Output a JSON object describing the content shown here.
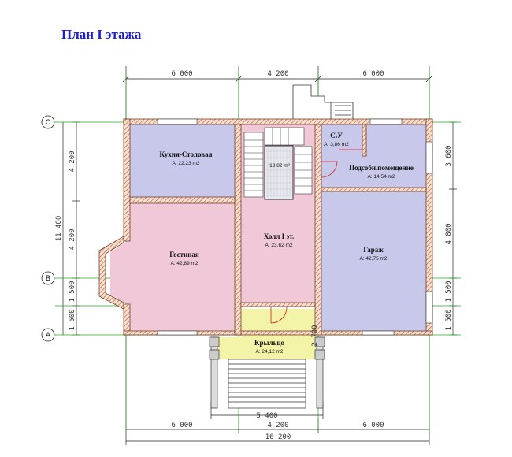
{
  "title": "План I этажа",
  "axes": {
    "c": "C",
    "b": "B",
    "a": "A"
  },
  "dims_top": [
    "6 000",
    "4 200",
    "6 000"
  ],
  "dims_bottom": {
    "porch": "5 400",
    "row": [
      "6 000",
      "4 200",
      "6 000"
    ],
    "total": "16 200"
  },
  "dims_left": [
    "4 200",
    "4 200",
    "1 500",
    "1 500"
  ],
  "dims_left_total": "11 400",
  "dims_right": [
    "3 600",
    "4 800",
    "1 500",
    "1 500"
  ],
  "dim_porch_depth": "2 700",
  "rooms": {
    "kitchen": {
      "name": "Кухня-Столовая",
      "area": "A: 22,23 m2"
    },
    "living": {
      "name": "Гостиная",
      "area": "A: 42,89 m2"
    },
    "hall": {
      "name": "Холл I эт.",
      "area": "A: 23,62 m2"
    },
    "garage": {
      "name": "Гараж",
      "area": "A: 42,75 m2"
    },
    "utility": {
      "name": "Подсобн.помещение",
      "area": "A: 14,54 m2"
    },
    "wc": {
      "name": "С\\У",
      "area": "A: 3,86 m2"
    },
    "porch": {
      "name": "Крыльцо",
      "area": "A: 24,12 m2"
    },
    "stair": {
      "area": "13,82 m²"
    }
  },
  "colors": {
    "title": "#1a1ad8",
    "kitchen_garage": "#c8c8ea",
    "living_hall": "#f0c8d8",
    "porch": "#f4f4a8",
    "axis_green": "#22aa22"
  }
}
